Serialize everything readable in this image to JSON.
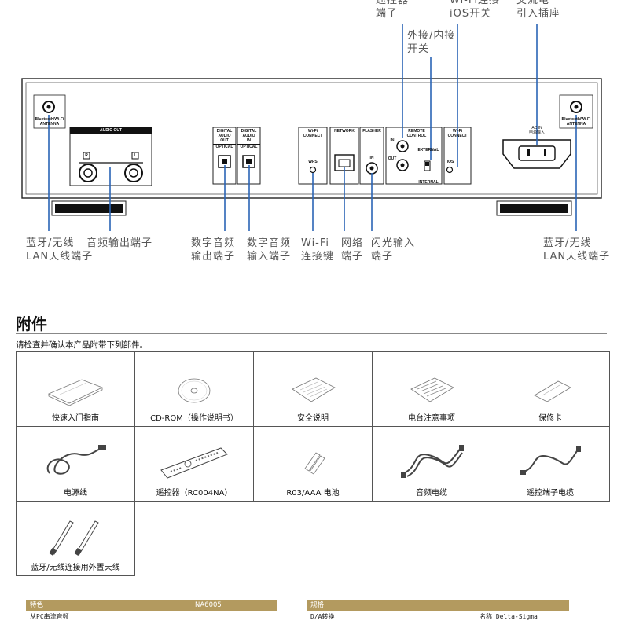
{
  "top_callouts": [
    {
      "id": "remote",
      "lines": [
        "遥控器",
        "端子"
      ]
    },
    {
      "id": "wifi-ios",
      "lines": [
        "Wi-Fi连接",
        "iOS开关"
      ]
    },
    {
      "id": "ac",
      "lines": [
        "交流电",
        "引入插座"
      ]
    },
    {
      "id": "ext-int",
      "lines": [
        "外接/内接",
        "开关"
      ]
    }
  ],
  "bottom_callouts": [
    {
      "id": "bt-left",
      "lines": [
        "蓝牙/无线",
        "LAN天线端子"
      ]
    },
    {
      "id": "audio-out",
      "lines": [
        "音频输出端子"
      ]
    },
    {
      "id": "digital-out",
      "lines": [
        "数字音频",
        "输出端子"
      ]
    },
    {
      "id": "digital-in",
      "lines": [
        "数字音频",
        "输入端子"
      ]
    },
    {
      "id": "wifi-key",
      "lines": [
        "Wi-Fi",
        "连接键"
      ]
    },
    {
      "id": "network",
      "lines": [
        "网络",
        "端子"
      ]
    },
    {
      "id": "flasher",
      "lines": [
        "闪光输入",
        "端子"
      ]
    },
    {
      "id": "bt-right",
      "lines": [
        "蓝牙/无线",
        "LAN天线端子"
      ]
    }
  ],
  "panel_labels": {
    "antenna": [
      "Bluetooth/Wi-Fi",
      "ANTENNA"
    ],
    "audio_out": "AUDIO OUT",
    "r": "R",
    "l": "L",
    "digital_out": [
      "DIGITAL",
      "AUDIO",
      "OUT"
    ],
    "digital_in": [
      "DIGITAL",
      "AUDIO",
      "IN"
    ],
    "optical": "OPTICAL",
    "wifi_connect": [
      "Wi-Fi",
      "CONNECT"
    ],
    "wps": "WPS",
    "network": "NETWORK",
    "flasher": "FLASHER",
    "in": "IN",
    "remote_control": [
      "REMOTE",
      "CONTROL"
    ],
    "out": "OUT",
    "external": "EXTERNAL",
    "internal": "INTERNAL",
    "ios": "iOS",
    "ac_in": [
      "AC IN",
      "电源输入"
    ]
  },
  "section": {
    "title": "附件",
    "intro": "请检查并确认本产品附带下列部件。"
  },
  "accessories": [
    {
      "label": "快速入门指南",
      "icon": "quick-start-guide-icon"
    },
    {
      "label": "CD-ROM（操作说明书）",
      "icon": "cd-rom-icon"
    },
    {
      "label": "安全说明",
      "icon": "safety-instructions-icon"
    },
    {
      "label": "电台注意事项",
      "icon": "radio-notes-icon"
    },
    {
      "label": "保修卡",
      "icon": "warranty-card-icon"
    },
    {
      "label": "电源线",
      "icon": "power-cord-icon"
    },
    {
      "label": "遥控器（RC004NA）",
      "icon": "remote-control-icon"
    },
    {
      "label": "R03/AAA 电池",
      "icon": "batteries-icon"
    },
    {
      "label": "音频电缆",
      "icon": "audio-cable-icon"
    },
    {
      "label": "遥控端子电缆",
      "icon": "remote-cable-icon"
    },
    {
      "label": "蓝牙/无线连接用外置天线",
      "icon": "antenna-icon"
    }
  ],
  "spec_left": {
    "header": "特色",
    "model": "NA6005",
    "row": "从PC串流音频"
  },
  "spec_right": {
    "header": "规格",
    "row_left": "D/A转换",
    "row_right": "名称  Delta-Sigma"
  },
  "colors": {
    "accent": "#b39a5f",
    "line": "#2a64b5"
  }
}
